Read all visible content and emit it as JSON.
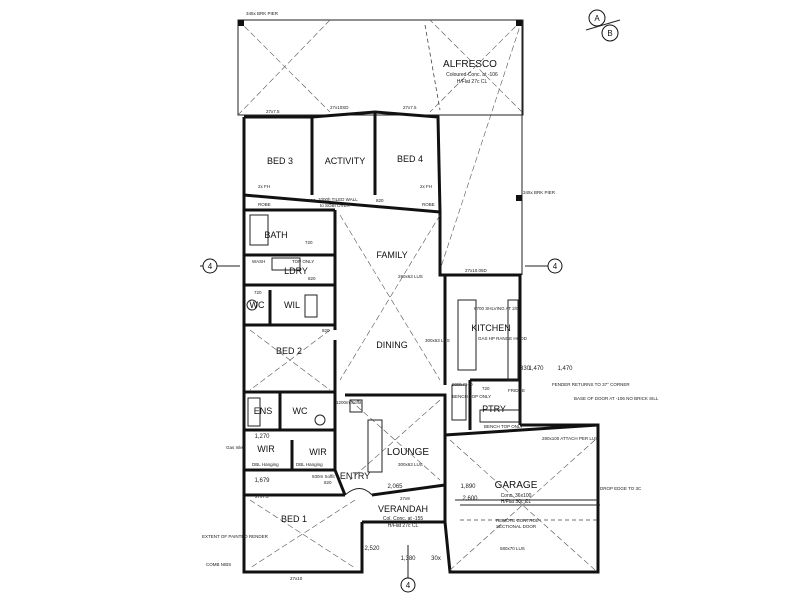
{
  "rooms": {
    "alfresco": "ALFRESCO",
    "alfresco_note1": "Coloured Conc. at -106",
    "alfresco_note2": "H/Flat 27c CL",
    "bed3": "BED 3",
    "activity": "ACTIVITY",
    "bed4": "BED 4",
    "bath": "BATH",
    "ldry": "LDRY",
    "family": "FAMILY",
    "wc": "WC",
    "wil": "WIL",
    "kitchen": "KITCHEN",
    "bed2": "BED 2",
    "dining": "DINING",
    "ens": "ENS",
    "wc2": "WC",
    "ptry": "PTRY",
    "wir": "WIR",
    "wir2": "WIR",
    "lounge": "LOUNGE",
    "entry": "ENTRY",
    "garage": "GARAGE",
    "garage_note1": "Conc. 36x100",
    "garage_note2": "H/Flat 30c CL",
    "verandah": "VERANDAH",
    "verandah_note1": "Col. Conc. at -155",
    "verandah_note2": "H/Flat 27c CL",
    "bed1": "BED 1"
  },
  "notes": {
    "brk_pier_top": "345x BRK PIER",
    "brk_pier_right": "345x BRK PIER",
    "wall_2x7": "27x7.5",
    "wall_27x10": "27x10SD",
    "wall_27x7b": "27x7.5",
    "ceiling_note": "1000h TILED WALL",
    "ceiling_note2": "to SOBI OVER",
    "robe": "ROBE",
    "robe2": "ROBE",
    "fh1": "2x FH",
    "fh2": "2x FH",
    "top_only": "TOP ONLY",
    "wash": "WASH",
    "d820a": "820",
    "d820b": "820",
    "d820c": "820",
    "d820d": "820",
    "d820e": "820",
    "d720a": "720",
    "d720b": "720",
    "d720c": "720",
    "family_lintel": "290x63 LUS",
    "family_lintel2": "27x10.05D",
    "dining_lintel": "300x63 LUS",
    "lounge_lintel": "300x63 LUS",
    "bench_top": "BENCH TOP ONLY",
    "bench_top2": "BENCH TOP ONLY",
    "rangehood": "GAS HP RANGE HOOD",
    "shelving": "6700 SHLVING AT 2/C",
    "fridge": "FRIDGE",
    "fh_ens": "900h FHO",
    "soffit": "1200m Soffit",
    "soffit2": "930m Soffit",
    "dbl_hanging": "DBL Hanging",
    "dbl_hanging2": "DBL Hanging",
    "remote_control": "REMOTE CONTROL",
    "sectional_door": "SECTIONAL DOOR",
    "garage_lintel": "580x70 LUS",
    "attach_lintel": "280x100 ATTACH PER LUS",
    "fender": "FENDER RETURNS TO 37° CORNER",
    "base_door": "BASE OF DOOR AT -106 NO BRICK SILL",
    "drop_edge": "DROP EDGE TO 3C",
    "extent_render": "EXTENT OF PAINTED RENDER",
    "comb_nibs": "COMB NIBS",
    "gas_inlet": "Gas Inlet",
    "wall_27x10b": "27x10",
    "wall_27x9": "27x9",
    "wall_27x7c": "27x7.5",
    "dim_2520": "2,520",
    "dim_1470": "1,470",
    "dim_330": "330",
    "dim_2065": "2,065",
    "dim_1470b": "1,470",
    "dim_1270": "1,270",
    "dim_1679": "1,679",
    "dim_1890": "1,890",
    "dim_1380": "1,380",
    "dim_30x": "30x",
    "dim_2600": "2,600"
  },
  "markers": {
    "section_left": "4",
    "section_right": "4",
    "section_bottom": "4",
    "north_top_a": "A",
    "north_top_b": "B"
  }
}
